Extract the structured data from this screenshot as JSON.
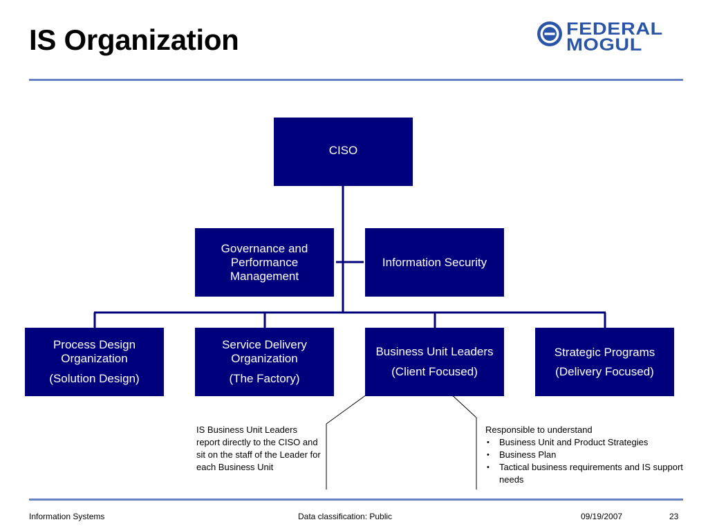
{
  "slide": {
    "title": "IS Organization",
    "logo": {
      "text": "FEDERAL\nMOGUL",
      "color": "#2a55a7",
      "icon": "federal-mogul-emblem"
    }
  },
  "org_chart": {
    "root": {
      "label": "CISO"
    },
    "staff": [
      {
        "label": "Governance and Performance Management"
      },
      {
        "label": "Information Security"
      }
    ],
    "units": [
      {
        "label": "Process Design Organization",
        "sub": "(Solution Design)"
      },
      {
        "label": "Service Delivery Organization",
        "sub": "(The Factory)"
      },
      {
        "label": "Business Unit Leaders",
        "sub": "(Client Focused)"
      },
      {
        "label": "Strategic Programs",
        "sub": "(Delivery Focused)"
      }
    ],
    "box_color": "#00007d",
    "line_color": "#00007d"
  },
  "callouts": {
    "left": "IS Business Unit Leaders report directly to the CISO and sit on the staff of the Leader for each Business Unit",
    "right": {
      "intro": "Responsible to understand",
      "bullets": [
        "Business Unit and Product Strategies",
        "Business Plan",
        "Tactical business requirements and IS support needs"
      ]
    }
  },
  "footer": {
    "left": "Information Systems",
    "center": "Data classification: Public",
    "date": "09/19/2007",
    "page": "23"
  },
  "colors": {
    "rule": "#6682c3",
    "background": "#ffffff"
  }
}
